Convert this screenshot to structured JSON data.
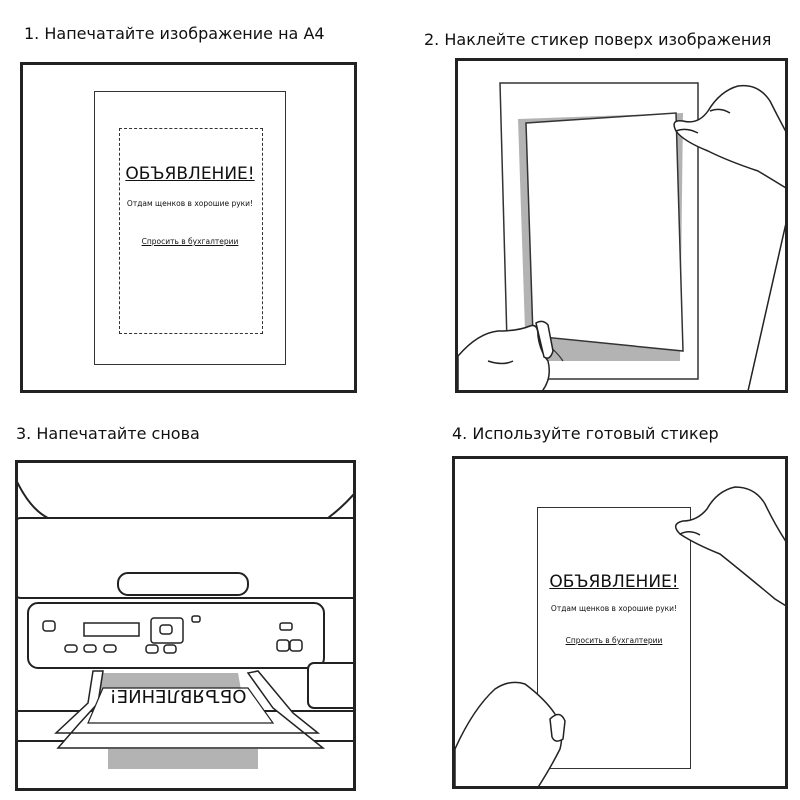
{
  "steps": [
    {
      "title": "1. Напечатайте изображение на А4"
    },
    {
      "title": "2. Наклейте стикер поверх изображения"
    },
    {
      "title": "3. Напечатайте снова"
    },
    {
      "title": "4. Используйте готовый стикер"
    }
  ],
  "poster": {
    "headline": "ОБЪЯВЛЕНИЕ!",
    "subtitle": "Отдам щенков в хорошие руки!",
    "link": "Спросить в бухгалтерии"
  },
  "colors": {
    "border": "#222222",
    "shadow": "#b3b3b3"
  }
}
